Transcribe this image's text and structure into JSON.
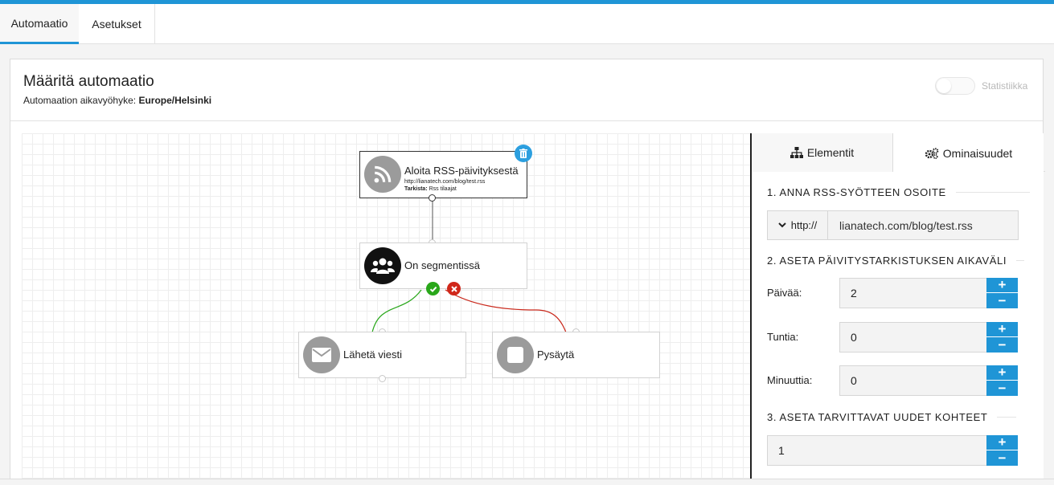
{
  "tabs": [
    {
      "label": "Automaatio",
      "active": true
    },
    {
      "label": "Asetukset",
      "active": false
    }
  ],
  "header": {
    "title": "Määritä automaatio",
    "timezone_label": "Automaation aikavyöhyke:",
    "timezone_value": "Europe/Helsinki",
    "statistics_label": "Statistiikka",
    "statistics_on": false
  },
  "flow": {
    "nodes": {
      "rss_start": {
        "title": "Aloita RSS-päivityksestä",
        "url": "http://lianatech.com/blog/test.rss",
        "list_label": "Tarkista:",
        "list_value": "Rss tilaajat",
        "icon": "rss-icon"
      },
      "segment": {
        "title": "On segmentissä",
        "icon": "users-icon"
      },
      "send_message": {
        "title": "Lähetä viesti",
        "icon": "envelope-icon"
      },
      "stop": {
        "title": "Pysäytä",
        "icon": "stop-icon"
      }
    },
    "branches": {
      "yes_color": "#29a71a",
      "no_color": "#d0271a"
    }
  },
  "sidebar": {
    "tabs": [
      {
        "label": "Elementit",
        "icon": "sitemap-icon",
        "active": false
      },
      {
        "label": "Ominaisuudet",
        "icon": "cogs-icon",
        "active": true
      }
    ],
    "section1": {
      "title": "1. ANNA RSS-SYÖTTEEN OSOITE",
      "protocol": "http://",
      "url_value": "lianatech.com/blog/test.rss"
    },
    "section2": {
      "title": "2. ASETA PÄIVITYSTARKISTUKSEN AIKAVÄLI",
      "days_label": "Päivää:",
      "days_value": "2",
      "hours_label": "Tuntia:",
      "hours_value": "0",
      "minutes_label": "Minuuttia:",
      "minutes_value": "0"
    },
    "section3": {
      "title": "3. ASETA TARVITTAVAT UUDET KOHTEET",
      "value": "1"
    },
    "plus_symbol": "+",
    "minus_symbol": "−"
  },
  "colors": {
    "accent": "#1f95d6",
    "yes": "#29a71a",
    "no": "#d0271a"
  }
}
